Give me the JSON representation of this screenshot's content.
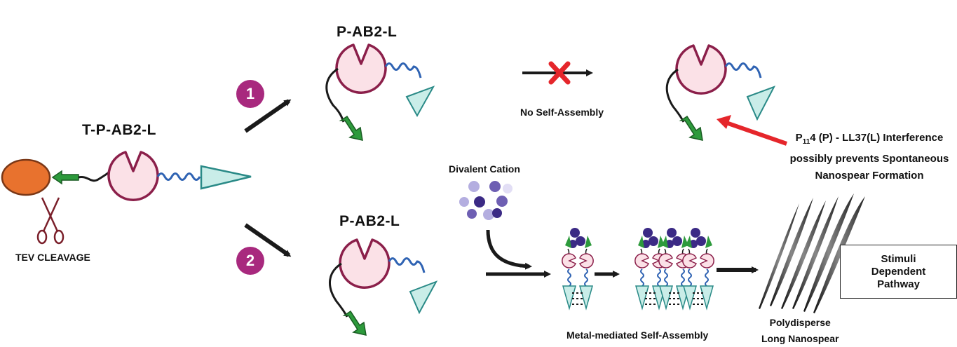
{
  "title_tpab": "T-P-AB2-L",
  "title_pab_top": "P-AB2-L",
  "title_pab_bottom": "P-AB2-L",
  "tev_label": "TEV CLEAVAGE",
  "step1": "1",
  "step2": "2",
  "no_assembly": "No Self-Assembly",
  "divalent_cation": "Divalent Cation",
  "metal_assembly": "Metal-mediated Self-Assembly",
  "nanospear_line1": "Polydisperse",
  "nanospear_line2": "Long Nanospear",
  "stimuli_box": "Stimuli Dependent Pathway",
  "interference": {
    "line1_prefix": "P",
    "line1_sub": "11",
    "line1_rest": "4 (P) - LL37(L) Interference",
    "line2": "possibly prevents Spontaneous",
    "line3": "Nanospear Formation"
  },
  "colors": {
    "pacman_fill": "#fbe1e7",
    "pacman_stroke": "#8b1f4a",
    "wave": "#2f63b3",
    "triangle_fill": "#c9ede8",
    "triangle_stroke": "#2a8a87",
    "green_arrow": "#2d9a3c",
    "tev_tag": "#e8722e",
    "step_badge": "#a8297e",
    "red": "#e5262b",
    "cation_dark": "#3b2a85"
  }
}
